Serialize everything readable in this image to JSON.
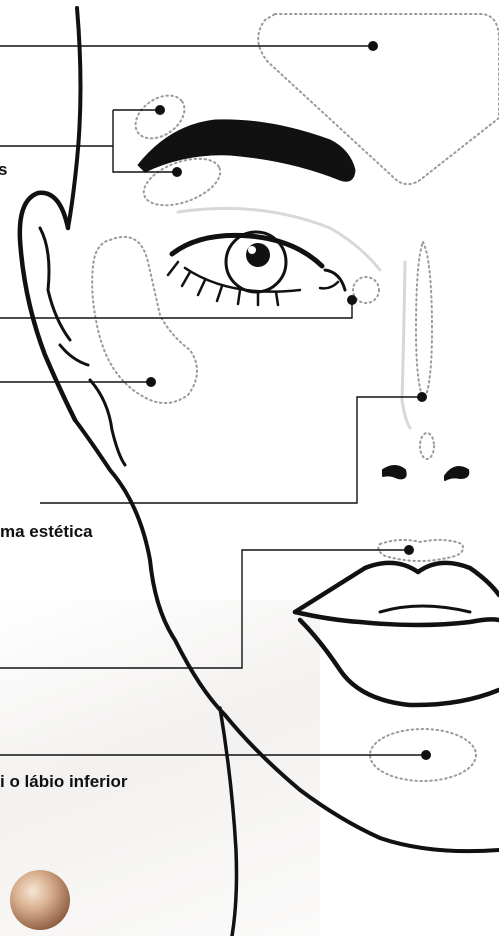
{
  "callouts": [
    {
      "id": "forehead",
      "text": ""
    },
    {
      "id": "brows",
      "text": "s"
    },
    {
      "id": "eye-corner",
      "text": ""
    },
    {
      "id": "cheek",
      "text": ""
    },
    {
      "id": "nose",
      "text": "ma estética"
    },
    {
      "id": "upper-lip",
      "text": ""
    },
    {
      "id": "chin",
      "text": "i o lábio inferior"
    }
  ],
  "colors": {
    "line": "#111111",
    "dotted_zone": "#9a9a9a",
    "accent_sphere": "#c89c7c"
  }
}
